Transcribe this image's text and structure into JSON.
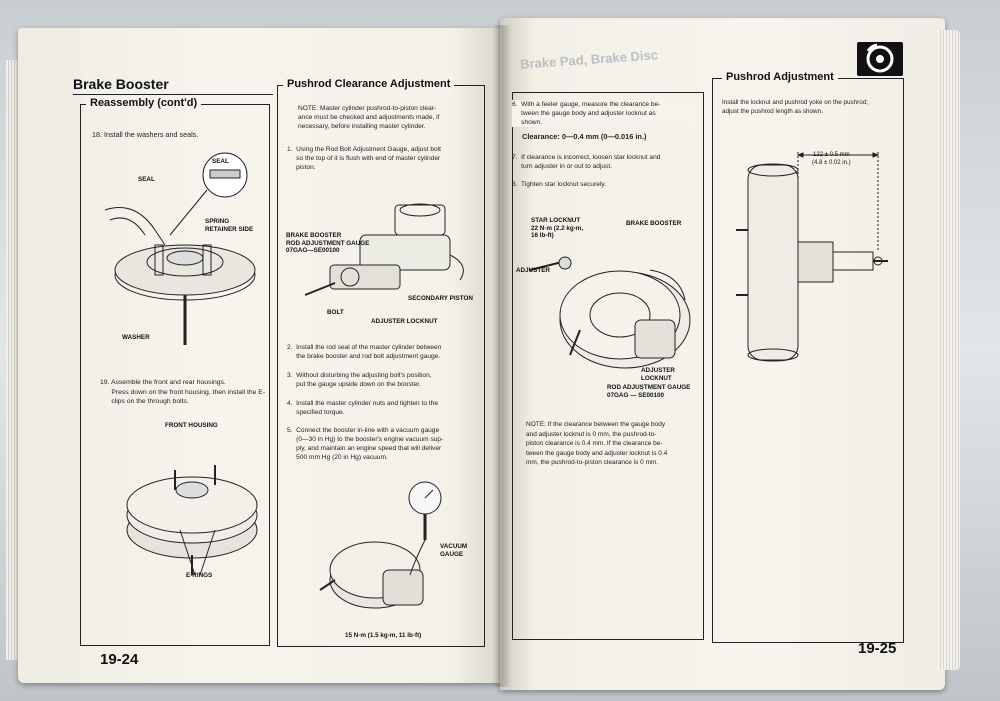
{
  "left_page": {
    "title": "Brake Booster",
    "section1": {
      "heading": "Reassembly (cont'd)",
      "step18": "18. Install the washers and seals.",
      "labels": {
        "seal_top": "SEAL",
        "seal_left": "SEAL",
        "spring_retainer": "SPRING\nRETAINER SIDE",
        "washer": "WASHER"
      },
      "step19": "19. Assemble the front and rear housings.\n      Press down on the front housing, then install the E-\n      clips on the through bolts.",
      "labels2": {
        "front_housing": "FRONT HOUSING",
        "e_rings": "E-RINGS"
      }
    },
    "section2": {
      "heading": "Pushrod Clearance Adjustment",
      "note": "NOTE: Master cylinder pushrod-to-piston clear-\nance must be checked and adjustments made, if\nnecessary, before installing master cylinder.",
      "step1": "1.  Using the Rod Bolt Adjustment Gauge, adjust bolt\n     so the top of it is flush with end of master cylinder\n     piston.",
      "labels": {
        "gauge": "BRAKE BOOSTER\nROD ADJUSTMENT GAUGE\n07GAG—SE00100",
        "bolt": "BOLT",
        "secondary_piston": "SECONDARY PISTON",
        "adjuster_locknut": "ADJUSTER LOCKNUT"
      },
      "step2": "2.  Install the rod seal of the master cylinder between\n     the brake booster and rod bolt adjustment gauge.",
      "step3": "3.  Without disturbing the adjusting bolt's position,\n     put the gauge upside down on the booster.",
      "step4": "4.  Install the master cylinder nuts and tighten to the\n     specified torque.",
      "step5": "5.  Connect the booster in-line with a vacuum gauge\n     (0—30 in Hg) to the booster's engine vacuum sup-\n     ply, and maintain an engine speed that will deliver\n     500 mm Hg (20 in Hg) vacuum.",
      "vacuum_gauge": "VACUUM\nGAUGE",
      "torque": "15 N·m (1.5 kg-m, 11 lb-ft)"
    },
    "page_number": "19-24"
  },
  "right_page": {
    "ghost_header": "Brake Pad, Brake Disc",
    "col1": {
      "step6": "6.  With a feeler gauge, measure the clearance be-\n     tween the gauge body and adjuster locknut as\n     shown.",
      "clearance": "Clearance: 0—0.4 mm (0—0.016 in.)",
      "step7": "7.  If clearance is incorrect, loosen star locknut and\n     turn adjuster in or out to adjust.",
      "step8": "8.  Tighten star locknut securely.",
      "labels": {
        "star_locknut": "STAR LOCKNUT\n22 N·m (2.2 kg-m,\n16 lb-ft)",
        "brake_booster": "BRAKE BOOSTER",
        "adjuster": "ADJUSTER",
        "adjuster_locknut": "ADJUSTER\nLOCKNUT",
        "gauge": "ROD ADJUSTMENT GAUGE\n07GAG — SE00100"
      },
      "note": "NOTE: If the clearance between the gauge body\nand adjuster locknut is 0 mm, the pushrod-to-\npiston clearance is 0.4 mm. If the clearance be-\ntween the gauge body and adjuster locknut is 0.4\nmm, the pushrod-to-piston clearance is 0 mm."
    },
    "col2": {
      "heading": "Pushrod Adjustment",
      "text": "Install the locknut and pushrod yoke on the pushrod;\nadjust the pushrod length as shown.",
      "dimension": "122 ± 0.5 mm\n(4.8 ± 0.02 in.)"
    },
    "page_number": "19-25"
  },
  "colors": {
    "paper": "#f4f2ea",
    "ink": "#111111",
    "ghost": "#b9bfc4"
  },
  "icons": [
    "brake-disc-icon"
  ]
}
